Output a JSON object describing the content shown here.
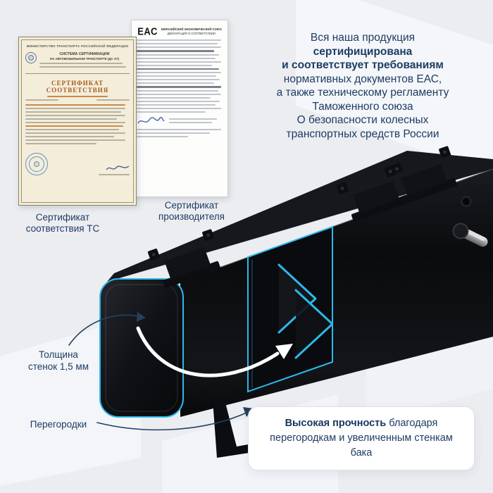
{
  "colors": {
    "accent_cyan": "#2cb9ec",
    "navy": "#1d3c63",
    "tank_black": "#0b0c0e"
  },
  "intro": {
    "lines": [
      "Вся наша продукция",
      "сертифицирована",
      "и соответствует требованиям",
      "нормативных документов ЕАС,",
      "а также техническому регламенту",
      "Таможенного союза",
      "О безопасности колесных",
      "транспортных средств России"
    ]
  },
  "certificates": {
    "tc": {
      "ministry": "МИНИСТЕРСТВО ТРАНСПОРТА РОССИЙСКОЙ ФЕДЕРАЦИИ",
      "system_line1": "СИСТЕМА СЕРТИФИКАЦИИ",
      "system_line2": "НА АВТОМОБИЛЬНОМ ТРАНСПОРТЕ (ДС АТ)",
      "title": "СЕРТИФИКАТ СООТВЕТСТВИЯ",
      "caption_line1": "Сертификат",
      "caption_line2": "соответствия ТС"
    },
    "manufacturer": {
      "eac_logo": "ЕАС",
      "union_line1": "ЕВРАЗИЙСКИЙ ЭКОНОМИЧЕСКИЙ СОЮЗ",
      "union_line2": "ДЕКЛАРАЦИЯ О СООТВЕТСТВИИ",
      "caption_line1": "Сертификат",
      "caption_line2": "производителя"
    }
  },
  "callouts": {
    "wall_thickness_line1": "Толщина",
    "wall_thickness_line2": "стенок 1,5 мм",
    "partitions": "Перегородки"
  },
  "strength_card": {
    "highlight": "Высокая прочность",
    "text": " благодаря перегородкам и увеличенным стенкам бака"
  }
}
